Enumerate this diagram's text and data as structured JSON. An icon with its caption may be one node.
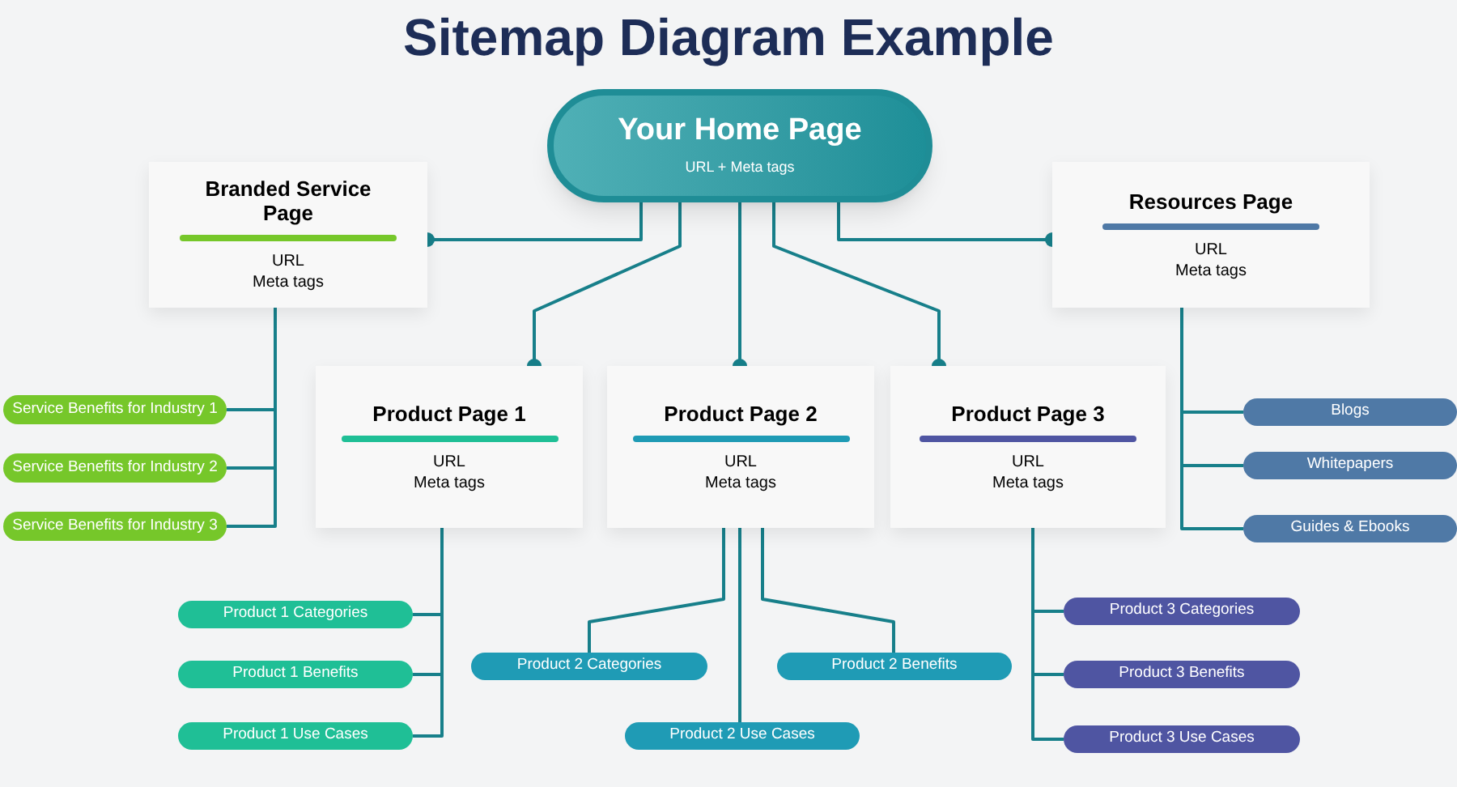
{
  "diagram": {
    "title": "Sitemap Diagram Example",
    "nodes": [
      {
        "text": [
          "Your Home Page",
          "URL + Meta tags"
        ]
      },
      {
        "text": [
          "Branded Service Page",
          "URL",
          "Meta tags"
        ]
      },
      {
        "text": [
          "Resources Page",
          "URL",
          "Meta tags"
        ]
      },
      {
        "text": [
          "Product Page 1",
          "URL",
          "Meta tags"
        ]
      },
      {
        "text": [
          "Product Page 2",
          "URL",
          "Meta tags"
        ]
      },
      {
        "text": [
          "Product Page 3",
          "URL",
          "Meta tags"
        ]
      },
      {
        "text": [
          "Service Benefits for Industry 1"
        ]
      },
      {
        "text": [
          "Service Benefits for Industry 2"
        ]
      },
      {
        "text": [
          "Service Benefits for Industry 3"
        ]
      },
      {
        "text": [
          "Blogs"
        ]
      },
      {
        "text": [
          "Whitepapers"
        ]
      },
      {
        "text": [
          "Guides & Ebooks"
        ]
      },
      {
        "text": [
          "Product 1 Categories"
        ]
      },
      {
        "text": [
          "Product 1 Benefits"
        ]
      },
      {
        "text": [
          "Product 1 Use Cases"
        ]
      },
      {
        "text": [
          "Product 2 Categories"
        ]
      },
      {
        "text": [
          "Product 2 Benefits"
        ]
      },
      {
        "text": [
          "Product 2 Use Cases"
        ]
      },
      {
        "text": [
          "Product 3 Categories"
        ]
      },
      {
        "text": [
          "Product 3 Benefits"
        ]
      },
      {
        "text": [
          "Product 3 Use Cases"
        ]
      }
    ],
    "edges": [
      {
        "from": 0,
        "to": 1,
        "arrow": "other"
      },
      {
        "from": 0,
        "to": 3,
        "arrow": "other"
      },
      {
        "from": 0,
        "to": 4,
        "arrow": "other"
      },
      {
        "from": 0,
        "to": 5,
        "arrow": "other"
      },
      {
        "from": 0,
        "to": 2,
        "arrow": "other"
      },
      {
        "from": 1,
        "to": 6,
        "arrow": "none"
      },
      {
        "from": 1,
        "to": 7,
        "arrow": "none"
      },
      {
        "from": 1,
        "to": 8,
        "arrow": "none"
      },
      {
        "from": 2,
        "to": 9,
        "arrow": "none"
      },
      {
        "from": 2,
        "to": 10,
        "arrow": "none"
      },
      {
        "from": 2,
        "to": 11,
        "arrow": "none"
      },
      {
        "from": 3,
        "to": 12,
        "arrow": "none"
      },
      {
        "from": 3,
        "to": 13,
        "arrow": "none"
      },
      {
        "from": 3,
        "to": 14,
        "arrow": "none"
      },
      {
        "from": 4,
        "to": 15,
        "arrow": "none"
      },
      {
        "from": 4,
        "to": 16,
        "arrow": "none"
      },
      {
        "from": 4,
        "to": 17,
        "arrow": "none"
      },
      {
        "from": 5,
        "to": 18,
        "arrow": "none"
      },
      {
        "from": 5,
        "to": 19,
        "arrow": "none"
      },
      {
        "from": 5,
        "to": 20,
        "arrow": "none"
      }
    ]
  }
}
